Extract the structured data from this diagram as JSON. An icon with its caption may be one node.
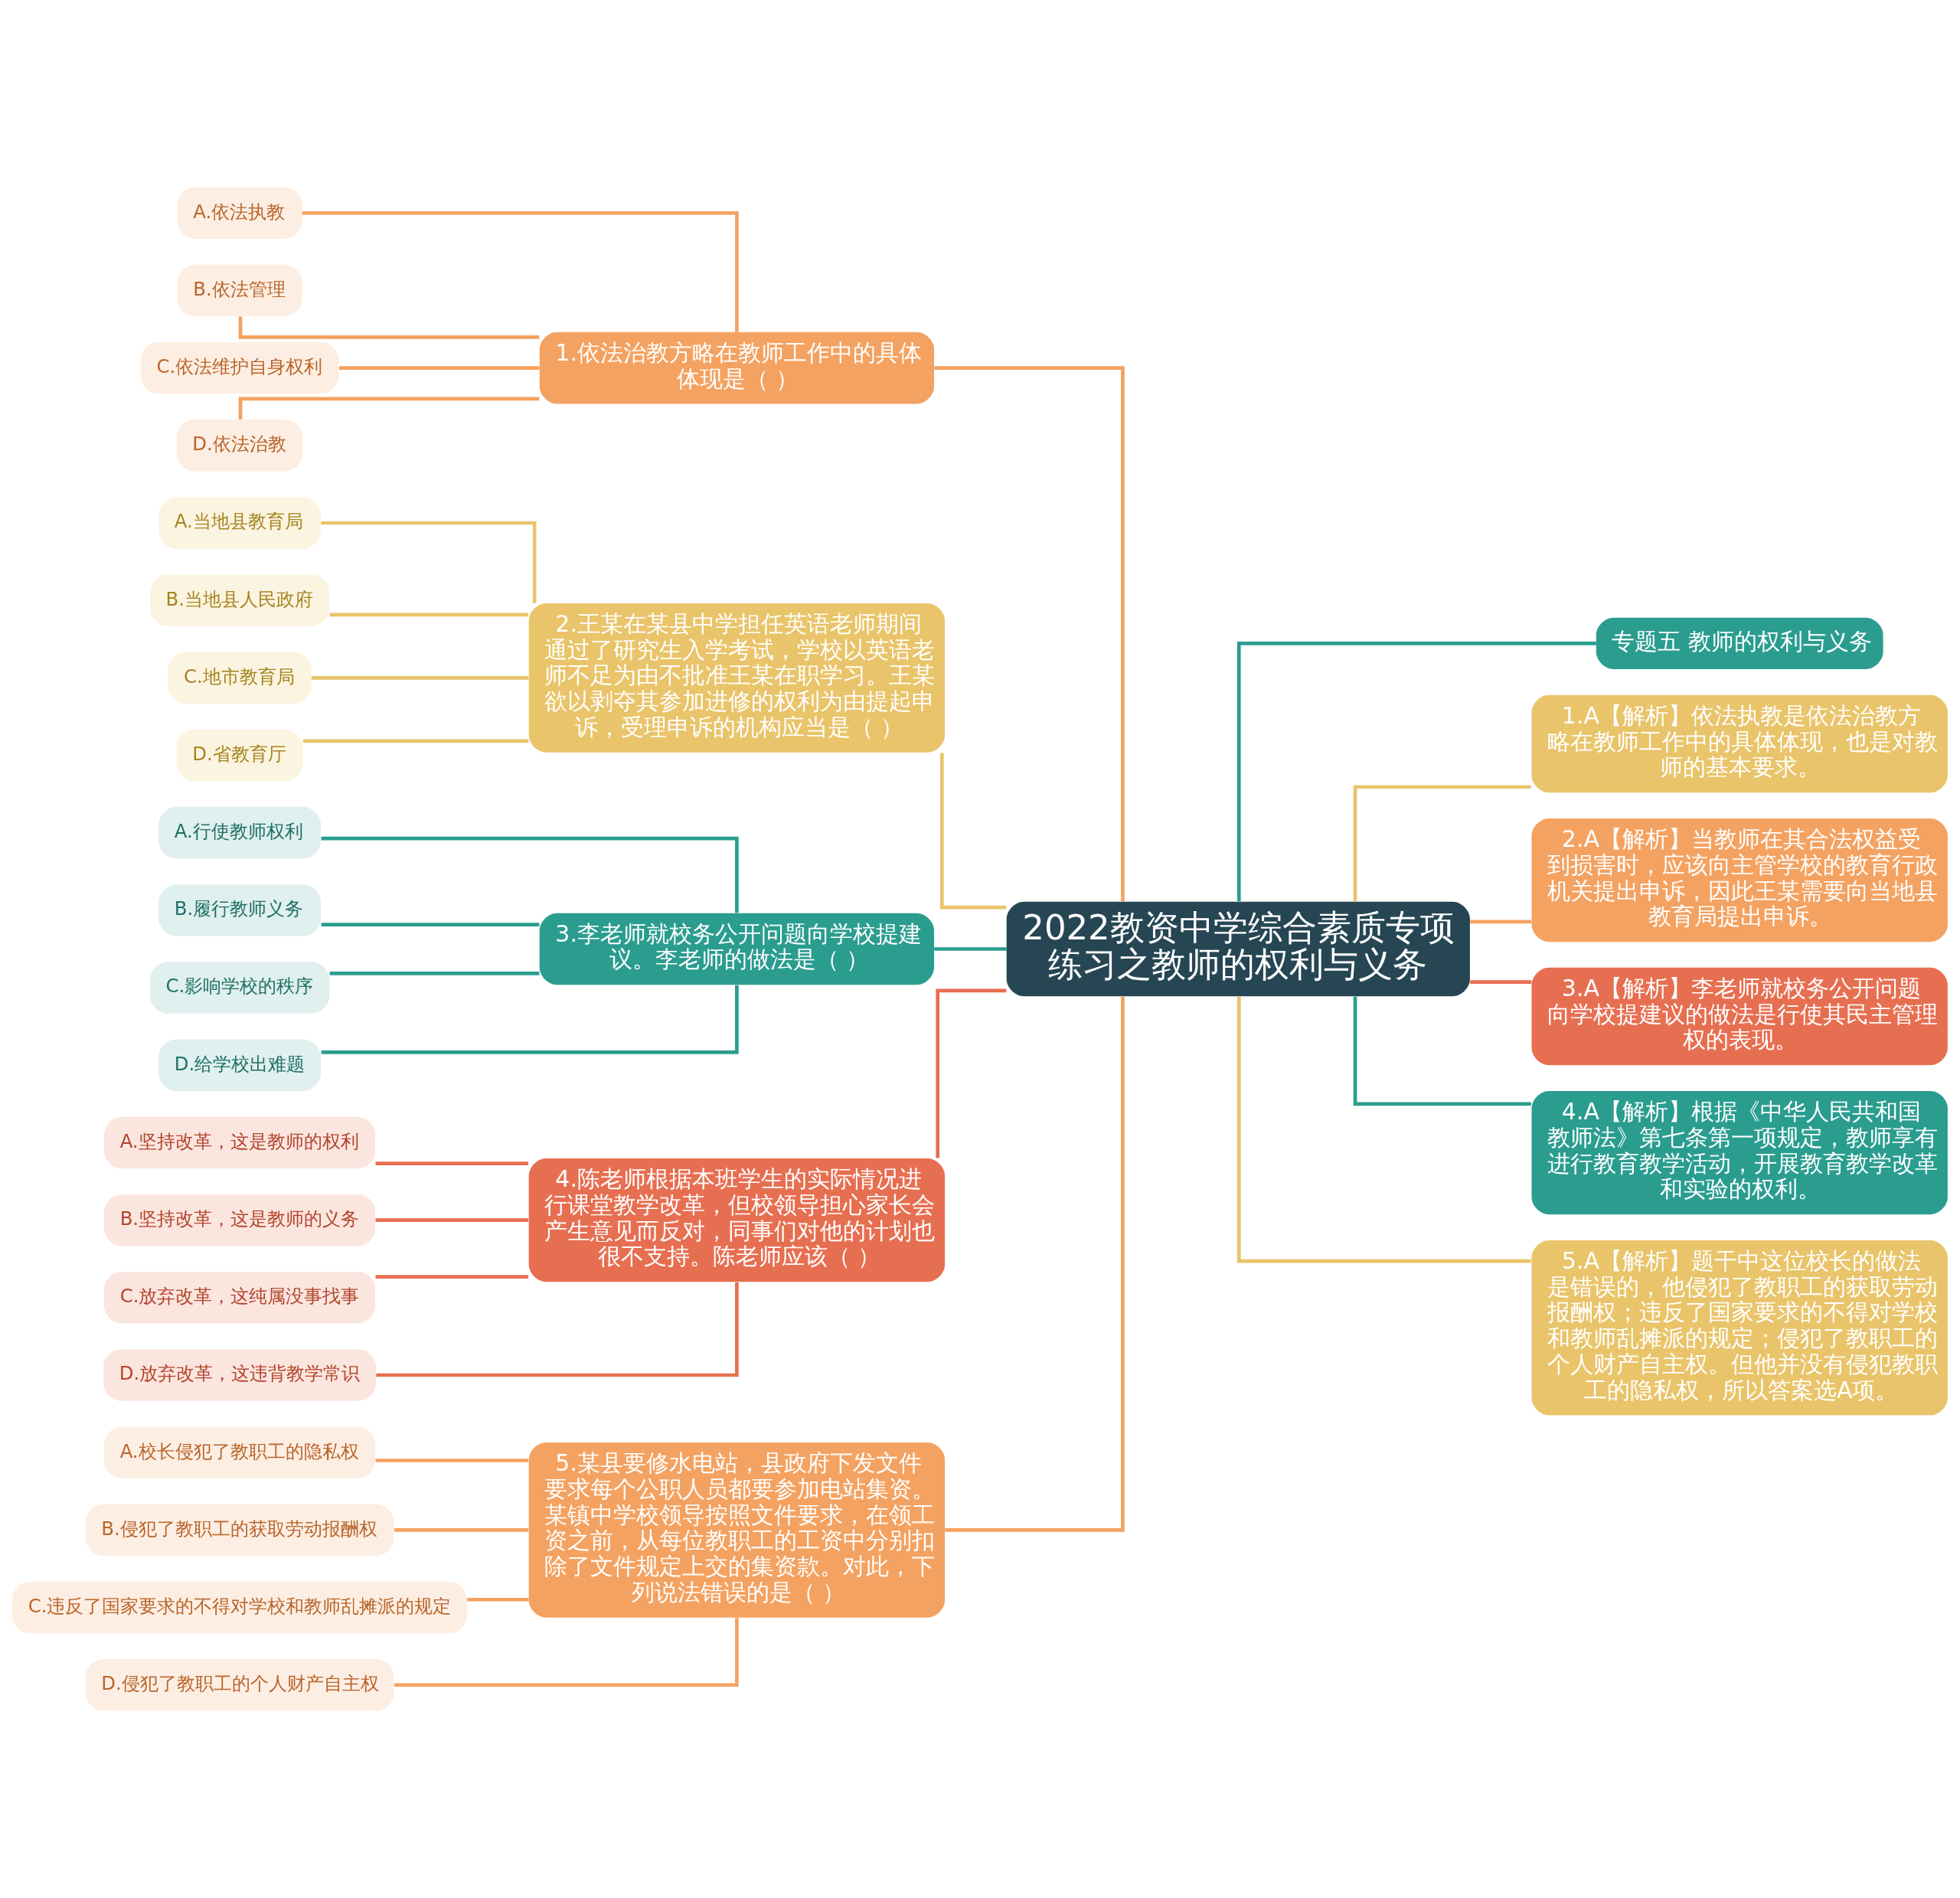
{
  "diagram": {
    "nodes": [
      {
        "text": [
          "2022教资中学综合素质专项练习之教师的权利与义务"
        ]
      },
      {
        "text": [
          "1.依法治教方略在教师工作中的具体体现是（ ）"
        ]
      },
      {
        "text": [
          "A.依法执教"
        ]
      },
      {
        "text": [
          "B.依法管理"
        ]
      },
      {
        "text": [
          "C.依法维护自身权利"
        ]
      },
      {
        "text": [
          "D.依法治教"
        ]
      },
      {
        "text": [
          "2.王某在某县中学担任英语老师期间通过了研究生入学考试，学校以英语老师不足为由不批准王某在职学习。王某欲以剥夺其参加进修的权利为由提起申诉，受理申诉的机构应当是（ ）"
        ]
      },
      {
        "text": [
          "A.当地县教育局"
        ]
      },
      {
        "text": [
          "B.当地县人民政府"
        ]
      },
      {
        "text": [
          "C.地市教育局"
        ]
      },
      {
        "text": [
          "D.省教育厅"
        ]
      },
      {
        "text": [
          "3.李老师就校务公开问题向学校提建议。李老师的做法是（ ）"
        ]
      },
      {
        "text": [
          "A.行使教师权利"
        ]
      },
      {
        "text": [
          "B.履行教师义务"
        ]
      },
      {
        "text": [
          "C.影响学校的秩序"
        ]
      },
      {
        "text": [
          "D.给学校出难题"
        ]
      },
      {
        "text": [
          "4.陈老师根据本班学生的实际情况进行课堂教学改革，但校领导担心家长会产生意见而反对，同事们对他的计划也很不支持。陈老师应该（ ）"
        ]
      },
      {
        "text": [
          "A.坚持改革，这是教师的权利"
        ]
      },
      {
        "text": [
          "B.坚持改革，这是教师的义务"
        ]
      },
      {
        "text": [
          "C.放弃改革，这纯属没事找事"
        ]
      },
      {
        "text": [
          "D.放弃改革，这违背教学常识"
        ]
      },
      {
        "text": [
          "5.某县要修水电站，县政府下发文件要求每个公职人员都要参加电站集资。某镇中学校领导按照文件要求，在领工资之前，从每位教职工的工资中分别扣除了文件规定上交的集资款。对此，下列说法错误的是（ ）"
        ]
      },
      {
        "text": [
          "A.校长侵犯了教职工的隐私权"
        ]
      },
      {
        "text": [
          "B.侵犯了教职工的获取劳动报酬权"
        ]
      },
      {
        "text": [
          "C.违反了国家要求的不得对学校和教师乱摊派的规定"
        ]
      },
      {
        "text": [
          "D.侵犯了教职工的个人财产自主权"
        ]
      },
      {
        "text": [
          "专题五 教师的权利与义务"
        ]
      },
      {
        "text": [
          "1.A【解析】依法执教是依法治教方略在教师工作中的具体体现，也是对教师的基本要求。"
        ]
      },
      {
        "text": [
          "2.A【解析】当教师在其合法权益受到损害时，应该向主管学校的教育行政机关提出申诉，因此王某需要向当地县教育局提出申诉。"
        ]
      },
      {
        "text": [
          "3.A【解析】李老师就校务公开问题向学校提建议的做法是行使其民主管理权的表现。"
        ]
      },
      {
        "text": [
          "4.A【解析】根据《中华人民共和国教师法》第七条第一项规定，教师享有进行教育教学活动，开展教育教学改革和实验的权利。"
        ]
      },
      {
        "text": [
          "5.A【解析】题干中这位校长的做法是错误的，他侵犯了教职工的获取劳动报酬权；违反了国家要求的不得对学校和教师乱摊派的规定；侵犯了教职工的个人财产自主权。但他并没有侵犯教职工的隐私权，所以答案选A项。"
        ]
      }
    ],
    "edges": [
      {
        "from": 0,
        "to": 1,
        "arrow": "none"
      },
      {
        "from": 1,
        "to": 2,
        "arrow": "none"
      },
      {
        "from": 1,
        "to": 3,
        "arrow": "none"
      },
      {
        "from": 1,
        "to": 4,
        "arrow": "none"
      },
      {
        "from": 1,
        "to": 5,
        "arrow": "none"
      },
      {
        "from": 0,
        "to": 6,
        "arrow": "none",
        "color": "#e9c46a"
      },
      {
        "from": 6,
        "to": 7,
        "arrow": "none",
        "color": "#e9c46a"
      },
      {
        "from": 6,
        "to": 8,
        "arrow": "none",
        "color": "#e9c46a"
      },
      {
        "from": 6,
        "to": 9,
        "arrow": "none",
        "color": "#e9c46a"
      },
      {
        "from": 6,
        "to": 10,
        "arrow": "none",
        "color": "#e9c46a"
      },
      {
        "from": 0,
        "to": 11,
        "arrow": "none",
        "color": "#2a9d8f"
      },
      {
        "from": 11,
        "to": 12,
        "arrow": "none",
        "color": "#2a9d8f"
      },
      {
        "from": 11,
        "to": 13,
        "arrow": "none",
        "color": "#2a9d8f"
      },
      {
        "from": 11,
        "to": 14,
        "arrow": "none",
        "color": "#2a9d8f"
      },
      {
        "from": 11,
        "to": 15,
        "arrow": "none",
        "color": "#2a9d8f"
      },
      {
        "from": 0,
        "to": 16,
        "arrow": "none",
        "color": "#e76f51"
      },
      {
        "from": 16,
        "to": 17,
        "arrow": "none",
        "color": "#e76f51"
      },
      {
        "from": 16,
        "to": 18,
        "arrow": "none",
        "color": "#e76f51"
      },
      {
        "from": 16,
        "to": 19,
        "arrow": "none",
        "color": "#e76f51"
      },
      {
        "from": 16,
        "to": 20,
        "arrow": "none",
        "color": "#e76f51"
      },
      {
        "from": 0,
        "to": 21,
        "arrow": "none"
      },
      {
        "from": 21,
        "to": 22,
        "arrow": "none"
      },
      {
        "from": 21,
        "to": 23,
        "arrow": "none"
      },
      {
        "from": 21,
        "to": 24,
        "arrow": "none"
      },
      {
        "from": 21,
        "to": 25,
        "arrow": "none"
      },
      {
        "from": 0,
        "to": 26,
        "arrow": "none",
        "color": "#2a9d8f"
      },
      {
        "from": 0,
        "to": 27,
        "arrow": "none",
        "color": "#e9c46a"
      },
      {
        "from": 0,
        "to": 28,
        "arrow": "none"
      },
      {
        "from": 0,
        "to": 29,
        "arrow": "none",
        "color": "#e76f51"
      },
      {
        "from": 0,
        "to": 30,
        "arrow": "none",
        "color": "#2a9d8f"
      },
      {
        "from": 0,
        "to": 31,
        "arrow": "none",
        "color": "#e9c46a"
      }
    ]
  }
}
